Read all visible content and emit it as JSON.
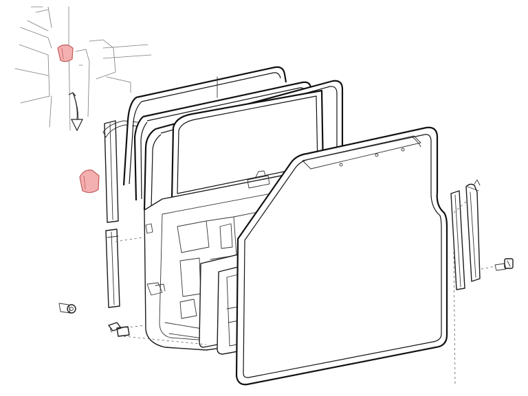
{
  "diagram": {
    "parts": [
      {
        "id": "clip-upper",
        "kind": "retainer clip"
      },
      {
        "id": "clip-lower",
        "kind": "retainer clip"
      },
      {
        "id": "glass-run-channel",
        "kind": "channel"
      },
      {
        "id": "door-outer-weatherstrip",
        "kind": "weatherstrip"
      },
      {
        "id": "door-inner-weatherstrip",
        "kind": "weatherstrip"
      },
      {
        "id": "door-shell",
        "kind": "door"
      },
      {
        "id": "door-trim-panel",
        "kind": "panel"
      },
      {
        "id": "body-opening-seal",
        "kind": "seal"
      },
      {
        "id": "rear-channel-seals",
        "kind": "seal"
      },
      {
        "id": "screws",
        "kind": "fastener"
      }
    ],
    "colors": {
      "highlight_fill": "#f4b0b0",
      "highlight_stroke": "#c05a5a",
      "line": "#1a1a1a",
      "background": "#ffffff"
    }
  }
}
